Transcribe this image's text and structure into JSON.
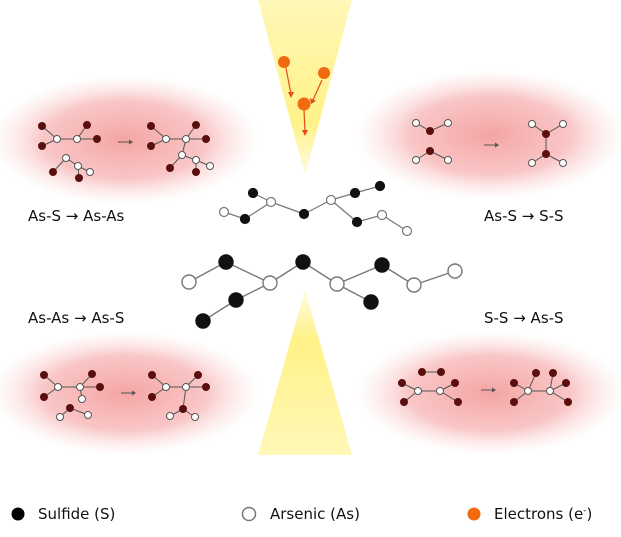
{
  "labels": {
    "top_left": "As-S → As-As",
    "top_right": "As-S → S-S",
    "bottom_left": "As-As → As-S",
    "bottom_right": "S-S → As-S"
  },
  "legend": [
    {
      "label": "Sulfide (S)",
      "color": "#000000",
      "icon": "filled-circle"
    },
    {
      "label": "Arsenic (As)",
      "color": "#ffffff",
      "icon": "open-circle"
    },
    {
      "label": "Electrons (e",
      "sup": "-",
      "close": ")",
      "color": "#f06a10",
      "icon": "orange-circle"
    }
  ],
  "colors": {
    "sulfide": "#111111",
    "sulfide_small": "#5a0e0e",
    "arsenic_stroke": "#777777",
    "electron": "#f06a10",
    "glow": "#f49a9a",
    "beam": "#fff27a"
  }
}
